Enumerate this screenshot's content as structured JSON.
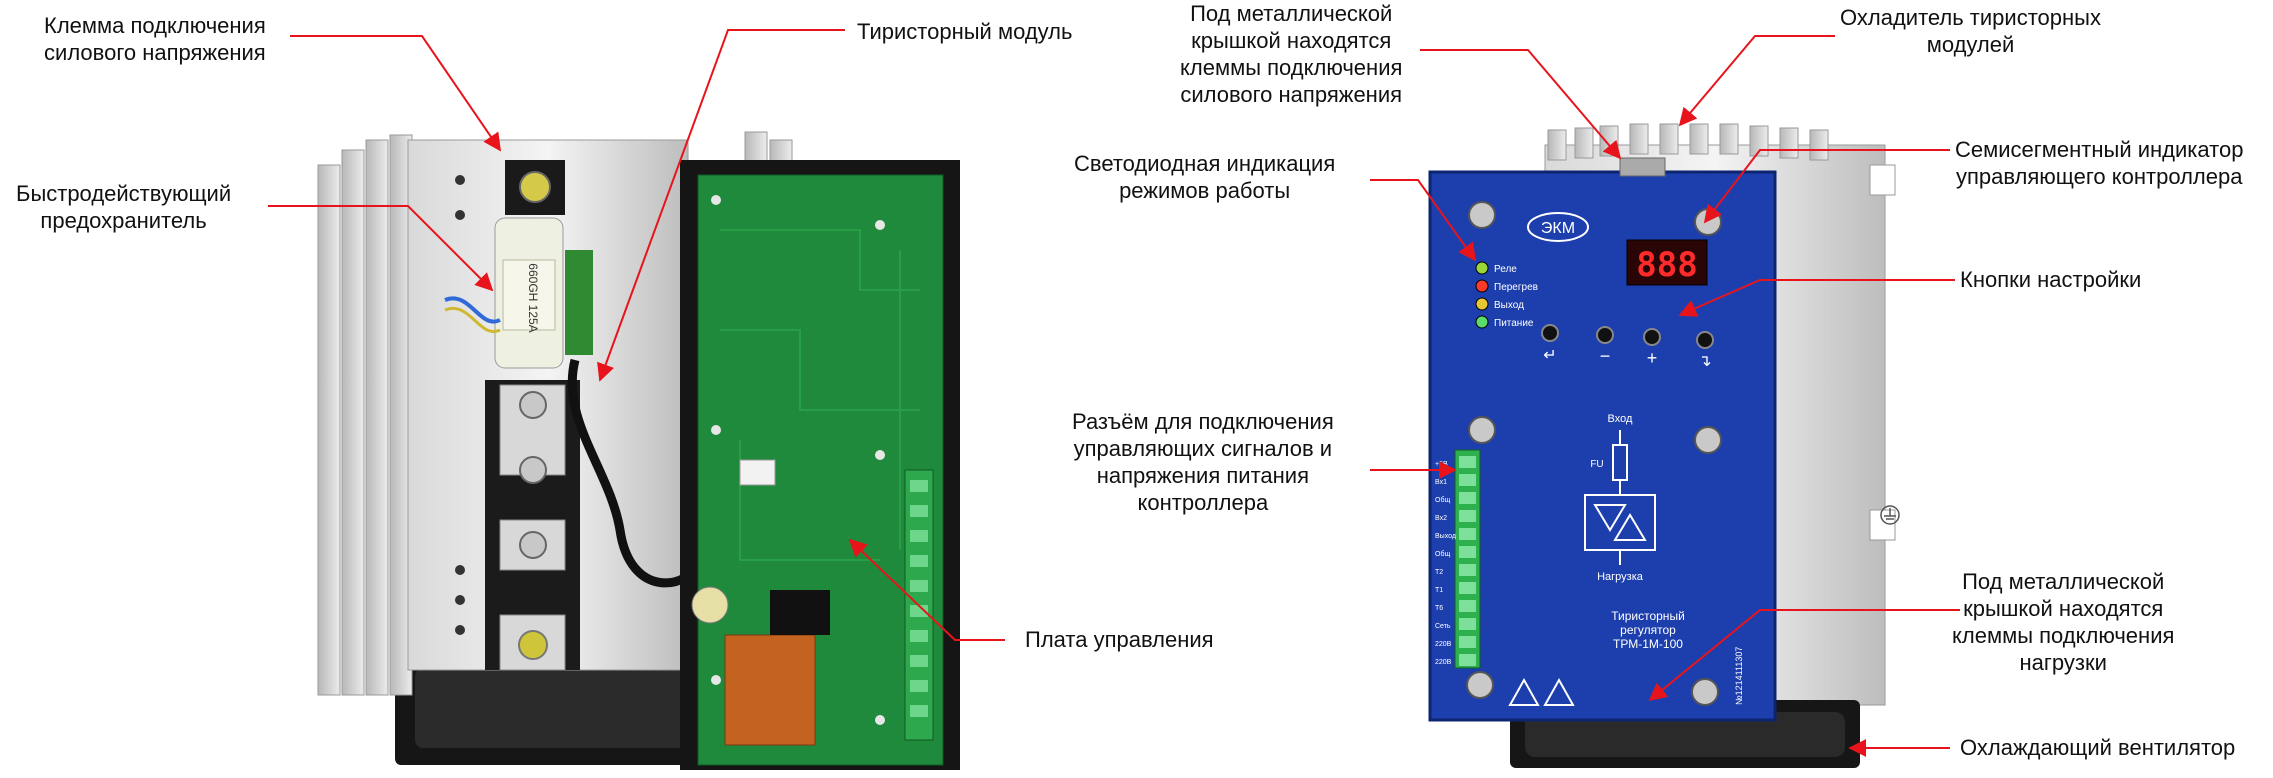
{
  "left_labels": {
    "power_terminal": [
      "Клемма подключения",
      "силового напряжения"
    ],
    "fast_fuse": [
      "Быстродействующий",
      "предохранитель"
    ],
    "thyristor_module": "Тиристорный модуль",
    "control_board": "Плата управления"
  },
  "right_labels": {
    "metal_cover_power": [
      "Под металлической",
      "крышкой находятся",
      "клеммы подключения",
      "силового напряжения"
    ],
    "cooler": [
      "Охладитель тиристорных",
      "модулей"
    ],
    "led_indication": [
      "Светодиодная индикация",
      "режимов работы"
    ],
    "seven_segment": [
      "Семисегментный индикатор",
      "управляющего контроллера"
    ],
    "setup_buttons": "Кнопки настройки",
    "connector": [
      "Разъём для подключения",
      "управляющих сигналов и",
      "напряжения питания",
      "контроллера"
    ],
    "metal_cover_load": [
      "Под металлической",
      "крышкой находятся",
      "клеммы подключения",
      "нагрузки"
    ],
    "fan": "Охлаждающий вентилятор"
  },
  "device": {
    "brand": "ЭКМ",
    "display": "888",
    "leds": [
      "Реле",
      "Перегрев",
      "Выход",
      "Питание"
    ],
    "buttons": [
      "↵",
      "−",
      "+",
      "↴"
    ],
    "schematic_top": "Вход",
    "schematic_fu": "FU",
    "schematic_bottom": "Нагрузка",
    "title": [
      "Тиристорный",
      "регулятор",
      "ТРМ-1М-100"
    ],
    "serial": "№1214111307",
    "terminal_labels": [
      "+5В",
      "Вх1",
      "Общ",
      "Вх2",
      "Выход",
      "Общ",
      "Т2",
      "Т1",
      "Т6",
      "Сеть",
      "220В",
      "220В"
    ],
    "fuse_text": "660GH 125A"
  },
  "colors": {
    "arrow": "#e8141c",
    "panel": "#1d3fae",
    "pcb": "#1f8a3c",
    "display": "#ff2a2a"
  }
}
